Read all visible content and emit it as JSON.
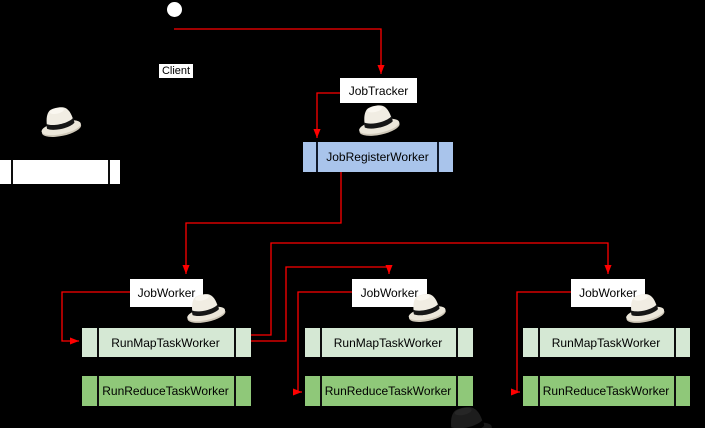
{
  "diagram": {
    "background_color": "#000000",
    "arrow_color": "#ff0000",
    "client": {
      "label": "Client"
    },
    "jobtracker": {
      "label": "JobTracker"
    },
    "register_worker": {
      "label": "JobRegisterWorker",
      "fill": "#a9c4eb"
    },
    "left_worker_box": {
      "label": ""
    },
    "workers": [
      {
        "jobworker_label": "JobWorker",
        "map_label": "RunMapTaskWorker",
        "reduce_label": "RunReduceTaskWorker"
      },
      {
        "jobworker_label": "JobWorker",
        "map_label": "RunMapTaskWorker",
        "reduce_label": "RunReduceTaskWorker"
      },
      {
        "jobworker_label": "JobWorker",
        "map_label": "RunMapTaskWorker",
        "reduce_label": "RunReduceTaskWorker"
      }
    ],
    "colors": {
      "map_fill": "#d5e8d4",
      "reduce_fill": "#8fc879",
      "label_background": "#ffffff",
      "text": "#000000"
    },
    "icons": {
      "actor_head": "white-circle",
      "fedora_hat": "panama-hat-with-black-band",
      "fedora_hat_dark": "dark-fedora-hat"
    }
  }
}
